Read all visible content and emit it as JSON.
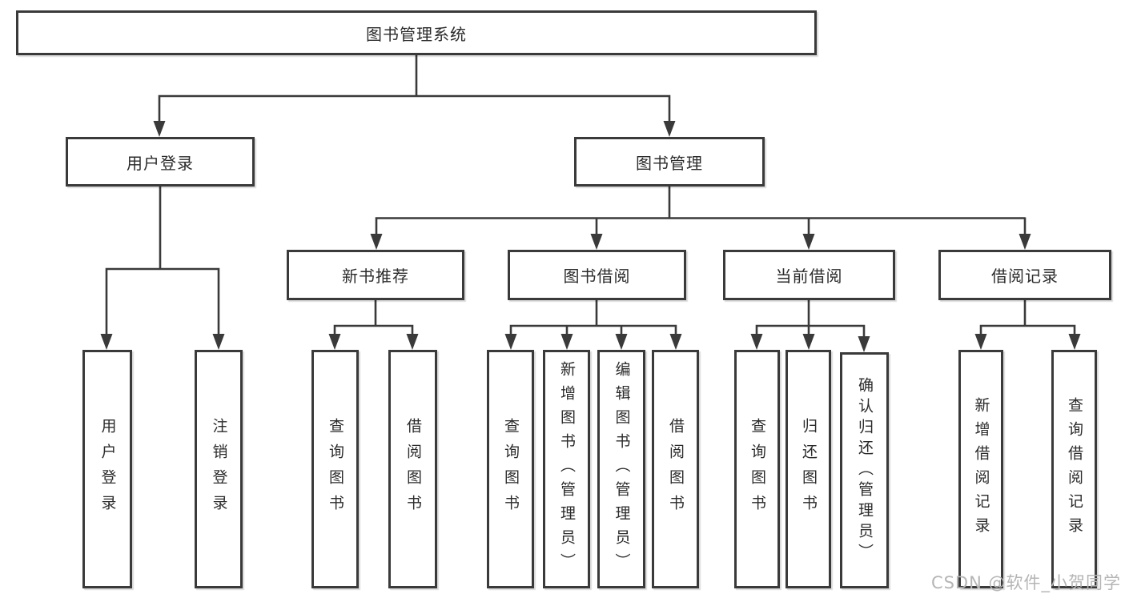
{
  "diagram": {
    "root": {
      "label": "图书管理系统"
    },
    "user_login": {
      "label": "用户登录",
      "children": [
        "用户登录",
        "注销登录"
      ]
    },
    "book_mgmt": {
      "label": "图书管理"
    },
    "new_book": {
      "label": "新书推荐",
      "children": [
        "查询图书",
        "借阅图书"
      ]
    },
    "borrowing": {
      "label": "图书借阅",
      "children": [
        "查询图书",
        "新增图书（管理员）",
        "编辑图书（管理员）",
        "借阅图书"
      ]
    },
    "current": {
      "label": "当前借阅",
      "children": [
        "查询图书",
        "归还图书",
        "确认归还（管理员）"
      ]
    },
    "records": {
      "label": "借阅记录",
      "children": [
        "新增借阅记录",
        "查询借阅记录"
      ]
    }
  },
  "watermark": {
    "text": "CSDN @软件_小贺同学"
  },
  "colors": {
    "line": "#3a3a3a",
    "box_border": "#3a3a3a",
    "text": "#2b2b2b",
    "watermark": "#b5b5b5",
    "background": "#ffffff"
  }
}
